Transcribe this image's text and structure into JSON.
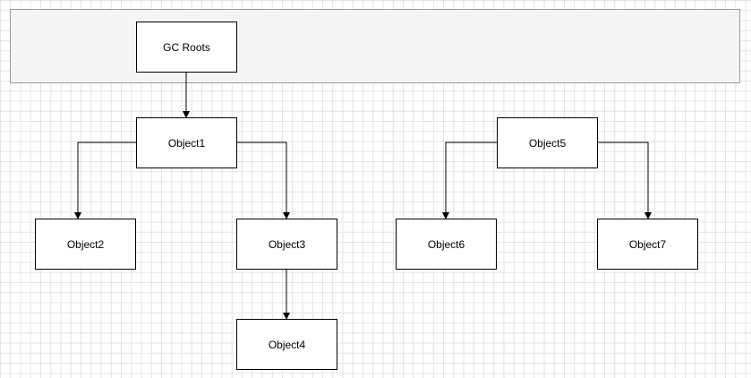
{
  "diagram": {
    "root": {
      "label": "GC Roots"
    },
    "nodes": {
      "object1": "Object1",
      "object2": "Object2",
      "object3": "Object3",
      "object4": "Object4",
      "object5": "Object5",
      "object6": "Object6",
      "object7": "Object7"
    },
    "edges": [
      {
        "from": "GC Roots",
        "to": "Object1"
      },
      {
        "from": "Object1",
        "to": "Object2"
      },
      {
        "from": "Object1",
        "to": "Object3"
      },
      {
        "from": "Object3",
        "to": "Object4"
      },
      {
        "from": "Object5",
        "to": "Object6"
      },
      {
        "from": "Object5",
        "to": "Object7"
      }
    ],
    "colors": {
      "grid": "#e3e3e3",
      "group_fill": "#f5f5f5",
      "group_border": "#9a9a9a",
      "node_border": "#000000",
      "edge": "#000000"
    }
  }
}
